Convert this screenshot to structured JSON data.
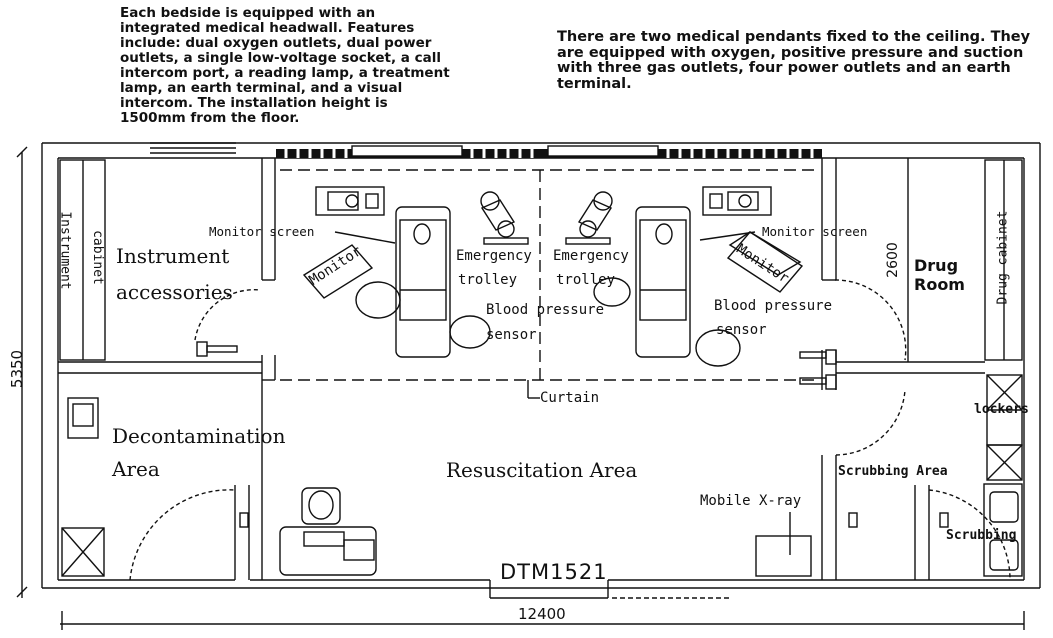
{
  "notes": {
    "headwall": "Each bedside is equipped with an integrated medical headwall. Features include: dual oxygen outlets, dual power outlets, a single low-voltage socket, a call intercom port, a reading lamp, a treatment lamp, an earth terminal, and a visual intercom. The installation height is 1500mm from the floor.",
    "pendants": "There are two medical pendants fixed to the ceiling. They are equipped with oxygen, positive pressure and suction with three gas outlets, four power outlets and an earth terminal."
  },
  "dimensions": {
    "height": "5350",
    "width": "12400",
    "drug_room_height": "2600"
  },
  "labels": {
    "instrument_cabinet_1": "Instrument",
    "instrument_cabinet_2": "cabinet",
    "instrument_accessories_1": "Instrument",
    "instrument_accessories_2": "accessories",
    "decontamination_1": "Decontamination",
    "decontamination_2": "Area",
    "resuscitation": "Resuscitation Area",
    "monitor_screen_left": "Monitor screen",
    "monitor_screen_right": "Monitor screen",
    "monitor_left": "Monitor",
    "monitor_right": "Monitor",
    "emergency_left_1": "Emergency",
    "emergency_left_2": "trolley",
    "emergency_right_1": "Emergency",
    "emergency_right_2": "trolley",
    "bp_left_1": "Blood pressure",
    "bp_left_2": "sensor",
    "bp_right_1": "Blood pressure",
    "bp_right_2": "sensor",
    "curtain": "Curtain",
    "drug_room_1": "Drug",
    "drug_room_2": "Room",
    "drug_cabinet": "Drug cabinet",
    "lockers": "lockers",
    "scrubbing_area": "Scrubbing Area",
    "scrubbing": "Scrubbing",
    "mobile_xray": "Mobile X-ray",
    "door_code": "DTM1521"
  }
}
